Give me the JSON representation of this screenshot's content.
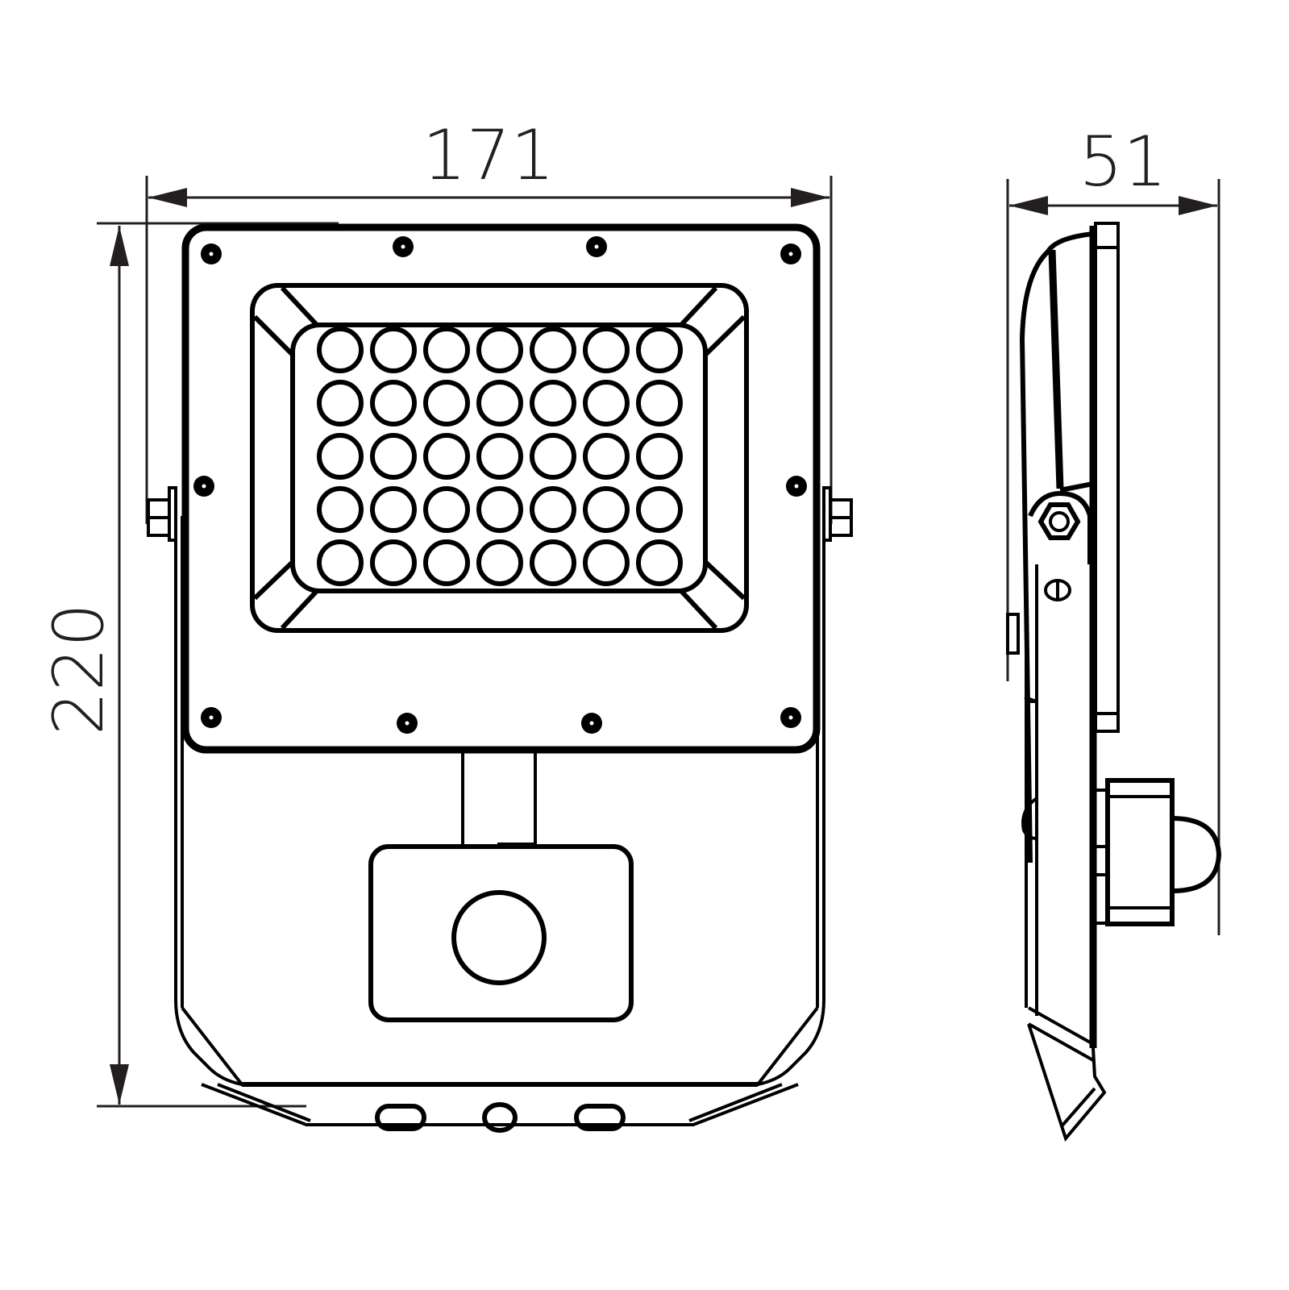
{
  "drawing": {
    "subject": "LED floodlight with PIR motion sensor",
    "units": "mm",
    "stroke_color": "#000000",
    "dimension_color": "#231f20",
    "background": "#ffffff"
  },
  "dimensions": {
    "width": {
      "label": "171",
      "value": 171,
      "orientation": "horizontal",
      "view": "front"
    },
    "height": {
      "label": "220",
      "value": 220,
      "orientation": "vertical",
      "view": "front"
    },
    "depth": {
      "label": "51",
      "value": 51,
      "orientation": "horizontal",
      "view": "side"
    }
  },
  "front_view": {
    "led_grid": {
      "rows": 5,
      "columns": 7,
      "count": 35
    },
    "frame_screws": 10,
    "bottom_vents": [
      "slot",
      "round",
      "slot"
    ],
    "sensor": "round PIR lens in rounded rectangular housing"
  },
  "side_view": {
    "bracket_nut": "hexagonal",
    "sensor_dome": "semicircular PIR lens"
  }
}
